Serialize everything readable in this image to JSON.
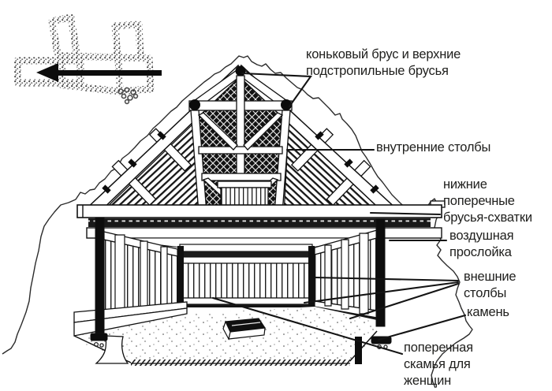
{
  "figure": {
    "kind": "architectural section drawing",
    "ink_color": "#1a1a18",
    "paper_color": "#ffffff"
  },
  "labels": {
    "ridge_beam": {
      "lines": [
        "коньковый брус и верхние",
        "подстропильные брусья"
      ]
    },
    "inner_posts": {
      "lines": [
        "внутренние столбы"
      ]
    },
    "lower_tie_beams": {
      "lines": [
        "нижние",
        "поперечные",
        "брусья-схватки"
      ]
    },
    "air_gap": {
      "lines": [
        "воздушная",
        "прослойка"
      ]
    },
    "outer_posts": {
      "lines": [
        "внешние",
        "столбы"
      ]
    },
    "stone": {
      "lines": [
        "камень"
      ]
    },
    "women_bench": {
      "lines": [
        "поперечная",
        "скамья для",
        "женщин"
      ]
    }
  },
  "icons": {
    "section_arrow": "left-arrow"
  }
}
